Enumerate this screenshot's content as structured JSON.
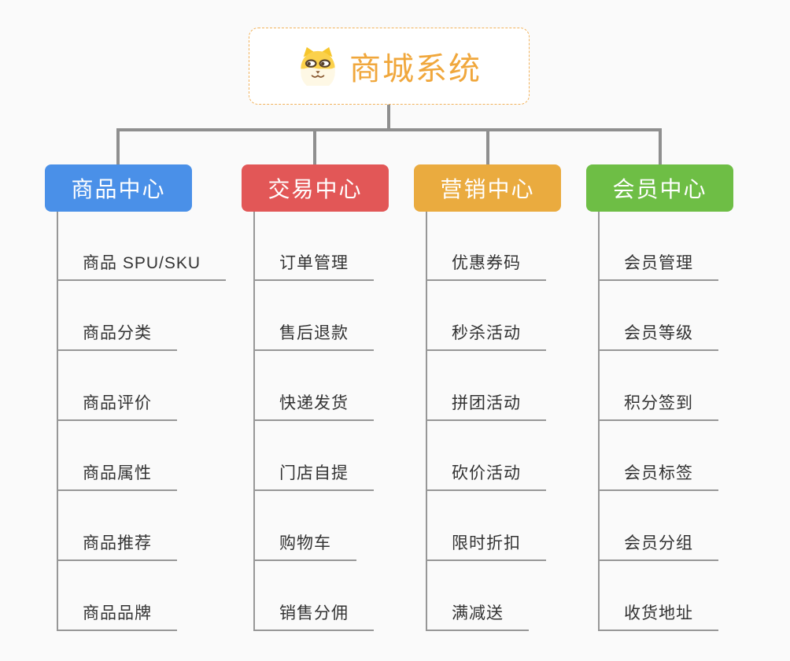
{
  "root": {
    "title": "商城系统",
    "icon": "dog-face-icon",
    "title_color": "#F0A73C",
    "border_color": "#F2B35C"
  },
  "connector_color": "#8F8F8F",
  "leaf_line_color": "#979797",
  "leaf_text_color": "#333333",
  "branches": [
    {
      "label": "商品中心",
      "color": "#4A90E8",
      "items": [
        "商品 SPU/SKU",
        "商品分类",
        "商品评价",
        "商品属性",
        "商品推荐",
        "商品品牌"
      ]
    },
    {
      "label": "交易中心",
      "color": "#E25757",
      "items": [
        "订单管理",
        "售后退款",
        "快递发货",
        "门店自提",
        "购物车",
        "销售分佣"
      ]
    },
    {
      "label": "营销中心",
      "color": "#EAAB3F",
      "items": [
        "优惠券码",
        "秒杀活动",
        "拼团活动",
        "砍价活动",
        "限时折扣",
        "满减送"
      ]
    },
    {
      "label": "会员中心",
      "color": "#6EBE45",
      "items": [
        "会员管理",
        "会员等级",
        "积分签到",
        "会员标签",
        "会员分组",
        "收货地址"
      ]
    }
  ]
}
